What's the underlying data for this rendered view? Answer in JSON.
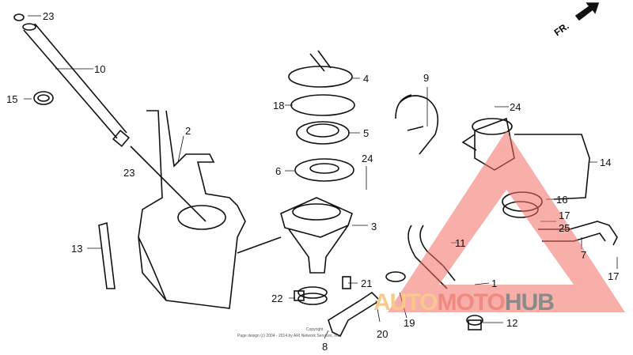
{
  "diagram": {
    "direction_label": "FR.",
    "callouts": [
      "23",
      "10",
      "15",
      "2",
      "23",
      "13",
      "4",
      "18",
      "5",
      "6",
      "24",
      "3",
      "9",
      "24",
      "14",
      "16",
      "17",
      "25",
      "11",
      "7",
      "17",
      "21",
      "22",
      "1",
      "19",
      "20",
      "12",
      "8"
    ],
    "copyright_short": "Copyright",
    "copyright": "Page design (c) 2004 - 2014 by ARI Network Services, Inc."
  },
  "watermark": {
    "part1": "AUTO",
    "part2": "MOTO",
    "part3": "HUB",
    "colors": {
      "auto": "#f7c98a",
      "moto": "#f08a80",
      "hub": "#8a8a8a",
      "triangle": "#f26b63"
    }
  }
}
